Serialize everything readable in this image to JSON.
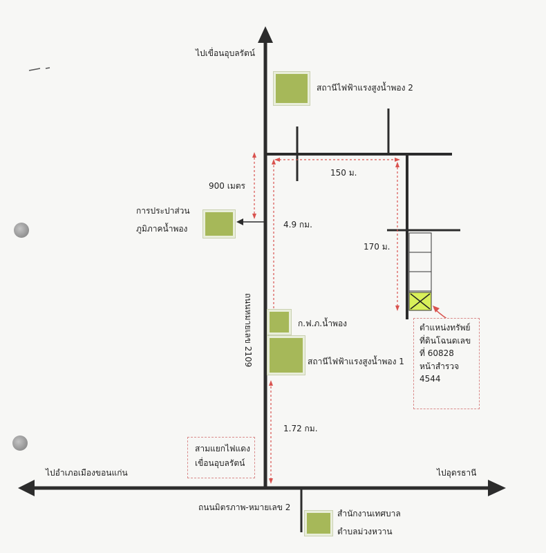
{
  "colors": {
    "road": "#2c2c2c",
    "building": "#a6b859",
    "dimension": "#d9534f",
    "box_border": "#d98a8a",
    "target_fill": "#d9ef5a"
  },
  "icons": {
    "target_marker": "x-mark-icon",
    "pointer": "curved-arrow-icon",
    "road_arrow": "arrowhead-icon"
  },
  "labels": {
    "north_destination": "ไปเขื่อนอุบลรัตน์",
    "substation_2": "สถานีไฟฟ้าแรงสูงน้ำพอง 2",
    "distance_900m": "900 เมตร",
    "distance_150m": "150 ม.",
    "distance_4_9km": "4.9 กม.",
    "distance_170m": "170 ม.",
    "distance_1_72km": "1.72 กม.",
    "waterworks_line1": "การประปาส่วน",
    "waterworks_line2": "ภูมิภาคน้ำพอง",
    "egat_office": "ก.ฟ.ภ.น้ำพอง",
    "substation_1": "สถานีไฟฟ้าแรงสูงน้ำพอง 1",
    "highway_2109": "ถนนหมายเลข 2109",
    "west_destination": "ไปอำเภอเมืองขอนแก่น",
    "east_destination": "ไปอุดรธานี",
    "main_road": "ถนนมิตรภาพ-หมายเลข 2",
    "municipal_line1": "สำนักงานเทศบาล",
    "municipal_line2": "ตำบลม่วงหวาน"
  },
  "property_box": {
    "line1": "ตำแหน่งทรัพย์",
    "line2": "ที่ดินโฉนดเลข",
    "line3": "ที่ 60828",
    "line4": "หน้าสำรวจ",
    "line5": "4544"
  },
  "junction_box": {
    "line1": "สามแยกไฟแดง",
    "line2": "เขื่อนอุบลรัตน์"
  }
}
